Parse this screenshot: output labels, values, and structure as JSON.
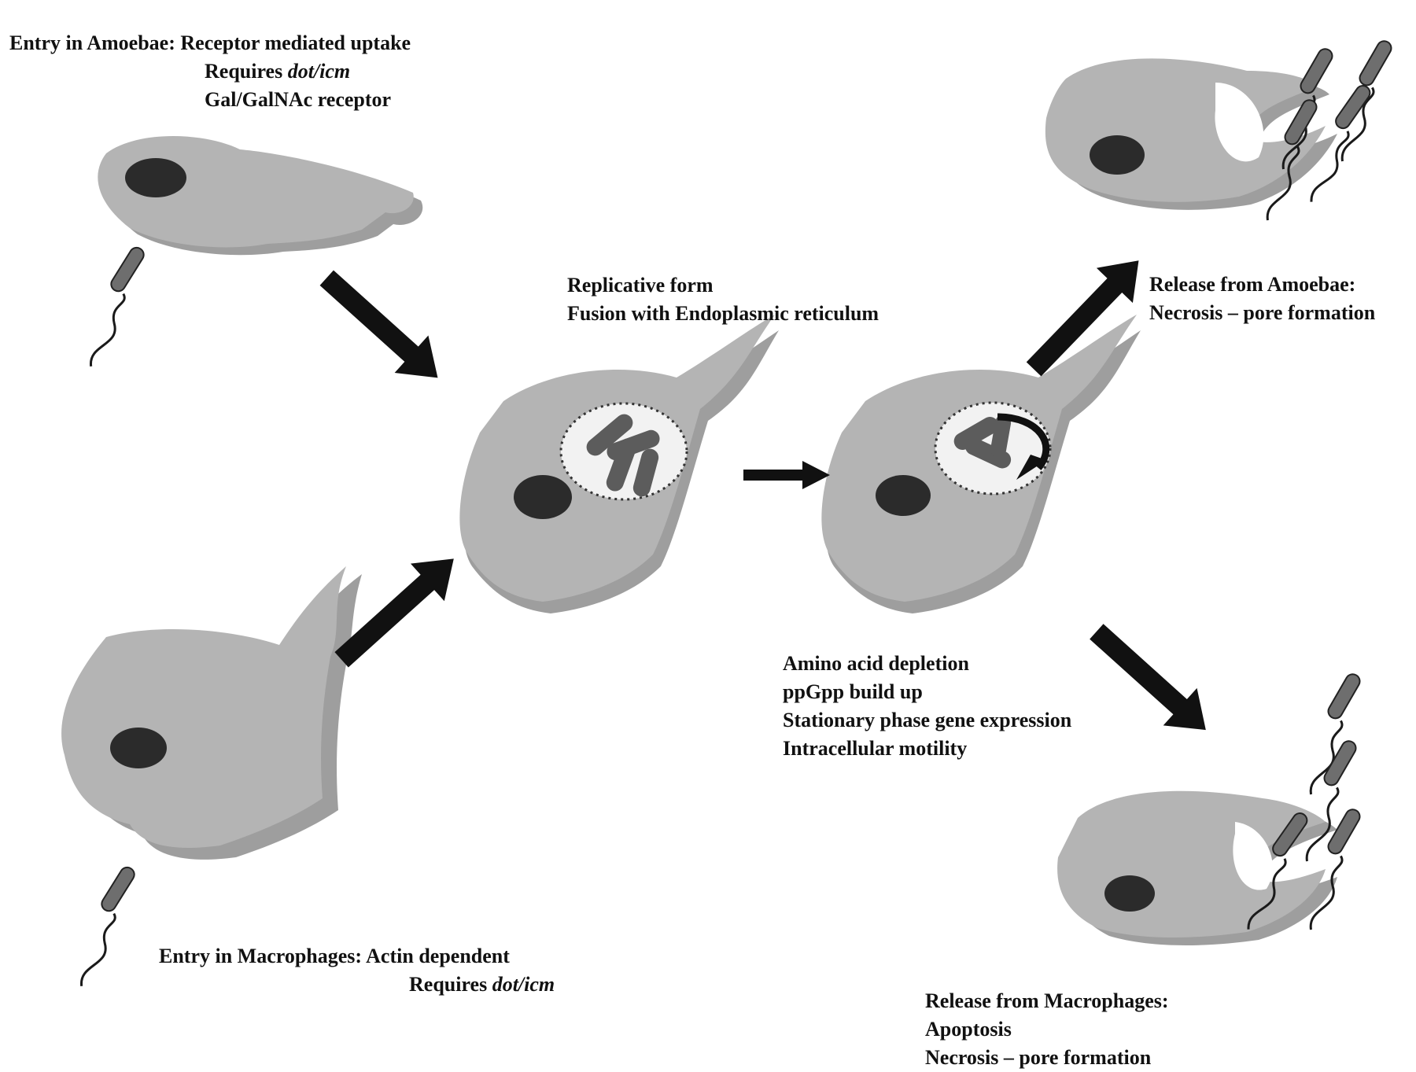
{
  "labels": {
    "amoebae_entry": {
      "lead": "Entry in Amoebae:",
      "line1": "Receptor mediated uptake",
      "line2_pre": "Requires ",
      "line2_em": "dot/icm",
      "line3": "Gal/GalNAc receptor"
    },
    "replicative": {
      "line1": "Replicative form",
      "line2": "Fusion with Endoplasmic reticulum"
    },
    "amoebae_release": {
      "line1": "Release from Amoebae:",
      "line2": "Necrosis – pore formation"
    },
    "stationary": {
      "line1": "Amino acid depletion",
      "line2": "ppGpp build up",
      "line3": "Stationary phase gene expression",
      "line4": "Intracellular motility"
    },
    "macrophage_entry": {
      "lead": "Entry in Macrophages:",
      "line1": "Actin dependent",
      "line2_pre": "Requires ",
      "line2_em": "dot/icm"
    },
    "macrophage_release": {
      "line1": "Release from Macrophages:",
      "line2": "Apoptosis",
      "line3": "Necrosis – pore formation"
    }
  },
  "colors": {
    "cell_fill": "#b4b4b4",
    "cell_shadow": "#9e9e9e",
    "nucleus": "#2b2b2b",
    "bacterium": "#6e6e6e",
    "arrow": "#111111",
    "vacuole": "#f2f2f2"
  }
}
